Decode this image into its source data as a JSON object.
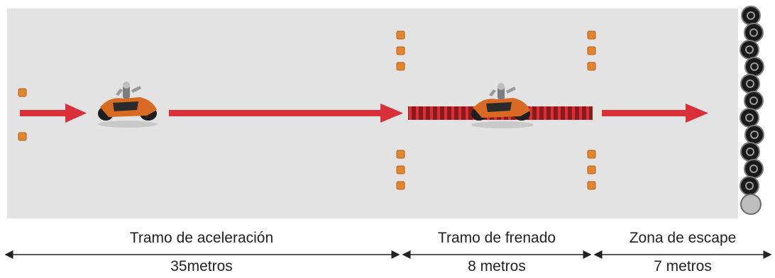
{
  "sections": [
    {
      "name": "Tramo de aceleración",
      "distance": "35metros"
    },
    {
      "name": "Tramo de frenado",
      "distance": "8 metros"
    },
    {
      "name": "Zona de escape",
      "distance": "7 metros"
    }
  ],
  "colors": {
    "track": "#e3e3e3",
    "arrow": "#d9303a",
    "brake_stripe": "#8b1a1a",
    "cone": "#e2852f",
    "tire": "#1a1a1a",
    "text": "#222222"
  },
  "icons": [
    "motorcycle-icon",
    "cone-icon",
    "tire-barrier-icon"
  ]
}
